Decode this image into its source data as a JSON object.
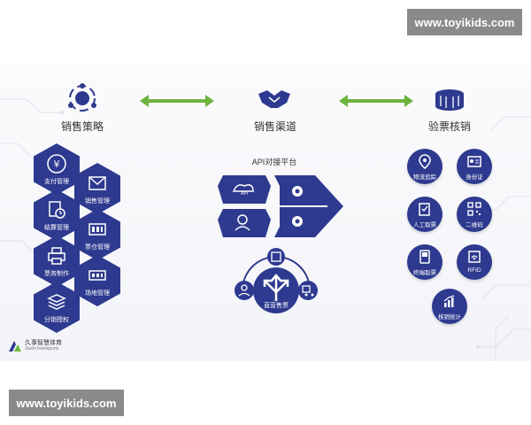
{
  "watermark": {
    "top": "www.toyikids.com",
    "bottom": "www.toyikids.com"
  },
  "sections": {
    "strategy": "销售策略",
    "channel": "销售渠道",
    "ticket": "验票核销"
  },
  "strategy_items": [
    "支付管理",
    "销售管理",
    "结算管理",
    "票仓管理",
    "票务制作",
    "场地管理",
    "分销授权"
  ],
  "api_title": "API对接平台",
  "direct_sales": "直营售票",
  "ticket_items": [
    "物流追踪",
    "身份证",
    "人工取票",
    "二维码",
    "终端取票",
    "RFID",
    "核销统计"
  ],
  "brand": {
    "name": "久事智慧体育",
    "sub": "Jiushi Intelisports"
  },
  "colors": {
    "primary": "#2e3a8f",
    "arrow_green": "#6db33f"
  }
}
